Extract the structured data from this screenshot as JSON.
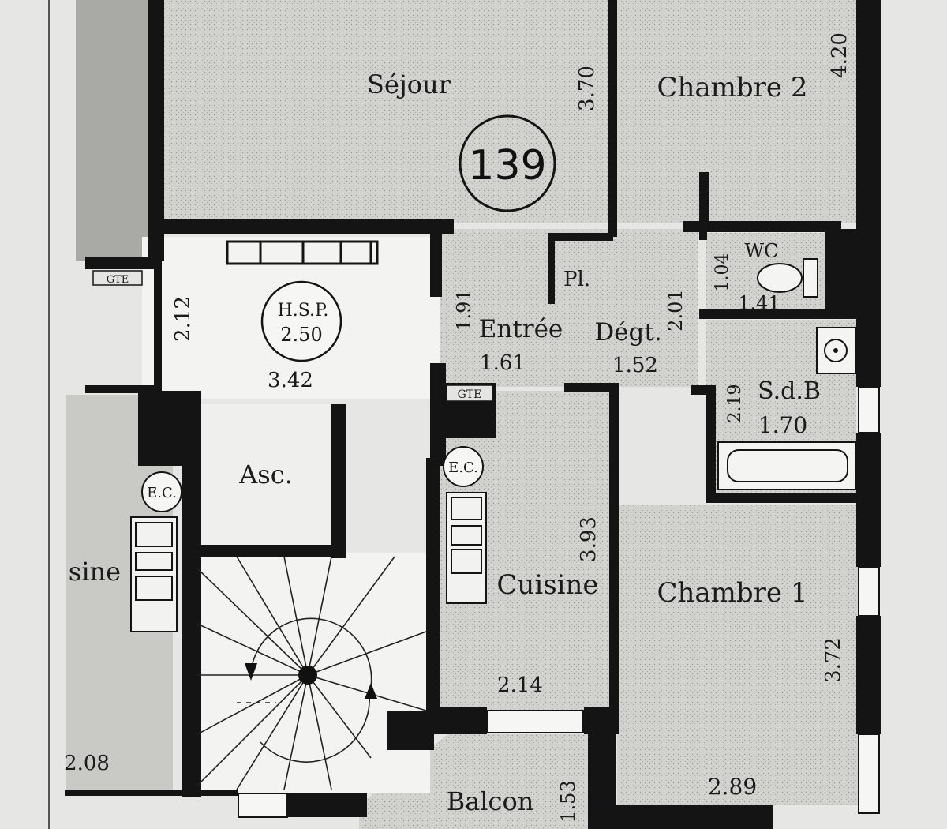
{
  "plan": {
    "lot_number": "139",
    "hsp_label": "H.S.P.",
    "hsp_value": "2.50",
    "rooms": {
      "sejour": "Séjour",
      "chambre2": "Chambre 2",
      "chambre1": "Chambre 1",
      "wc": "WC",
      "sdb": "S.d.B",
      "entree": "Entrée",
      "degt": "Dégt.",
      "cuisine": "Cuisine",
      "cuisine_partial": "sine",
      "asc": "Asc.",
      "balcon": "Balcon",
      "placard": "Pl."
    },
    "tags": {
      "gte": "GTE",
      "ec": "E.C."
    },
    "dims": {
      "sejour_h": "3.70",
      "chambre2_h": "4.20",
      "landing_h": "2.12",
      "landing_w": "3.42",
      "entree_h": "1.91",
      "entree_w": "1.61",
      "degt_w": "1.52",
      "degt_h": "2.01",
      "wc_h": "1.04",
      "wc_w": "1.41",
      "sdb_h": "2.19",
      "sdb_w": "1.70",
      "cuisine_h": "3.93",
      "cuisine_w": "2.14",
      "chambre1_h": "3.72",
      "chambre1_w": "2.89",
      "balcon_h": "1.53",
      "left_w": "2.08"
    },
    "colors": {
      "paper": "#e8e8e6",
      "floor": "#cfcfcc",
      "wall": "#141414",
      "landing": "#f3f3f1"
    }
  }
}
